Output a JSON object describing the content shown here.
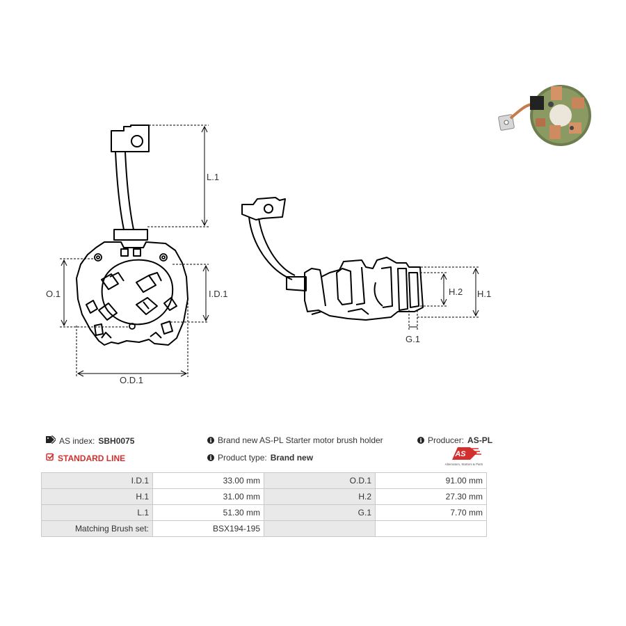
{
  "dimensions": {
    "l1": "L.1",
    "o1": "O.1",
    "id1": "I.D.1",
    "od1": "O.D.1",
    "h1": "H.1",
    "h2": "H.2",
    "g1": "G.1"
  },
  "info": {
    "as_index_label": "AS index:",
    "as_index_value": "SBH0075",
    "description": "Brand new AS-PL Starter motor brush holder",
    "producer_label": "Producer:",
    "producer_value": "AS-PL",
    "standard_line": "STANDARD LINE",
    "product_type_label": "Product type:",
    "product_type_value": "Brand new"
  },
  "logo": {
    "brand": "AS",
    "tagline": "Alternators, Starters & Parts"
  },
  "specs": [
    {
      "l1": "I.D.1",
      "v1": "33.00 mm",
      "l2": "O.D.1",
      "v2": "91.00 mm"
    },
    {
      "l1": "H.1",
      "v1": "31.00 mm",
      "l2": "H.2",
      "v2": "27.30 mm"
    },
    {
      "l1": "L.1",
      "v1": "51.30 mm",
      "l2": "G.1",
      "v2": "7.70 mm"
    },
    {
      "l1": "Matching Brush set:",
      "v1": "BSX194-195",
      "l2": "",
      "v2": ""
    }
  ],
  "colors": {
    "accent_red": "#d32f2f",
    "line": "#000000",
    "table_label_bg": "#e9e9e9"
  },
  "icons": [
    "tag-icon",
    "info-icon",
    "check-square-icon"
  ]
}
